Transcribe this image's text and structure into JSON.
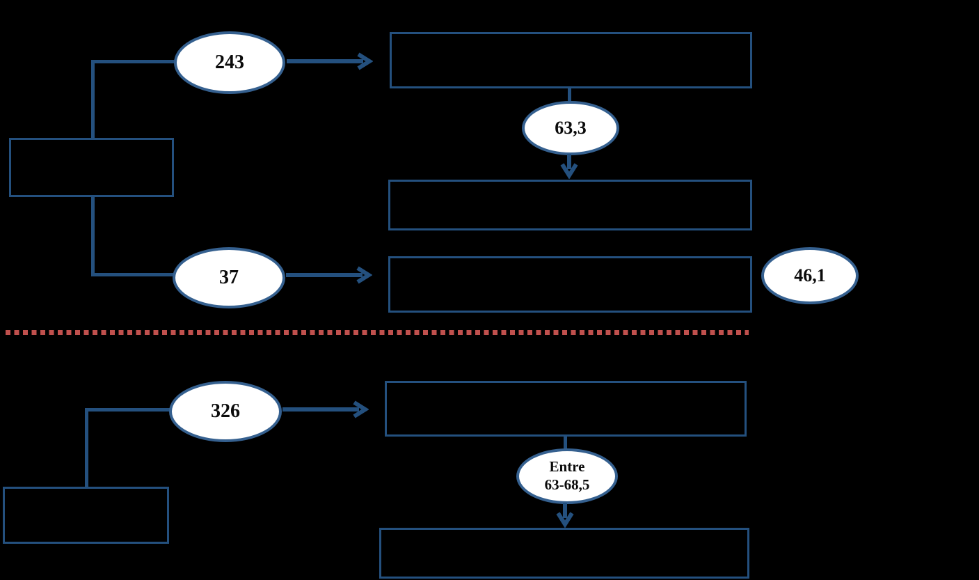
{
  "diagram": {
    "top_section": {
      "branch_count_upper": "243",
      "percentage_mid": "63,3",
      "branch_count_lower": "37",
      "percentage_right": "46,1"
    },
    "bottom_section": {
      "branch_count": "326",
      "range_line1": "Entre",
      "range_line2": "63-68,5"
    }
  },
  "colors": {
    "background": "#000000",
    "shape_outline_blue": "#24507E",
    "ellipse_outline_blue": "#35608F",
    "divider_red": "#C0504D",
    "ellipse_fill": "#FFFFFF",
    "text": "#0B0B0B"
  }
}
